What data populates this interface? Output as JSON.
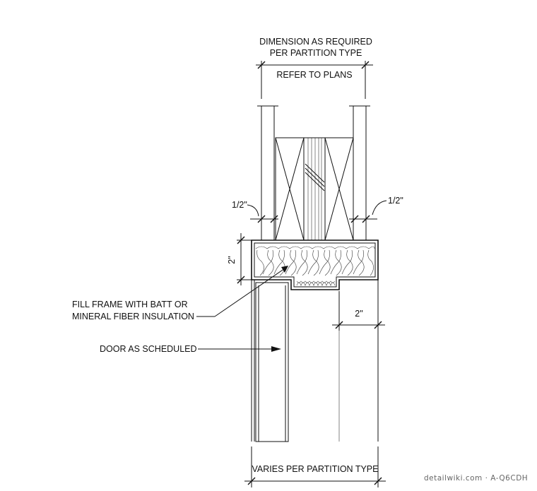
{
  "labels": {
    "top_dim_line1": "DIMENSION AS REQUIRED",
    "top_dim_line2": "PER PARTITION TYPE",
    "refer_plans": "REFER TO PLANS",
    "half_left": "1/2\"",
    "half_right": "1/2\"",
    "two_inch_vert": "2\"",
    "two_inch_horiz": "2\"",
    "fill_frame_line1": "FILL FRAME WITH BATT OR",
    "fill_frame_line2": "MINERAL FIBER INSULATION",
    "door": "DOOR AS SCHEDULED",
    "varies": "VARIES PER PARTITION TYPE"
  },
  "watermark": "detailwiki.com · A-Q6CDH"
}
